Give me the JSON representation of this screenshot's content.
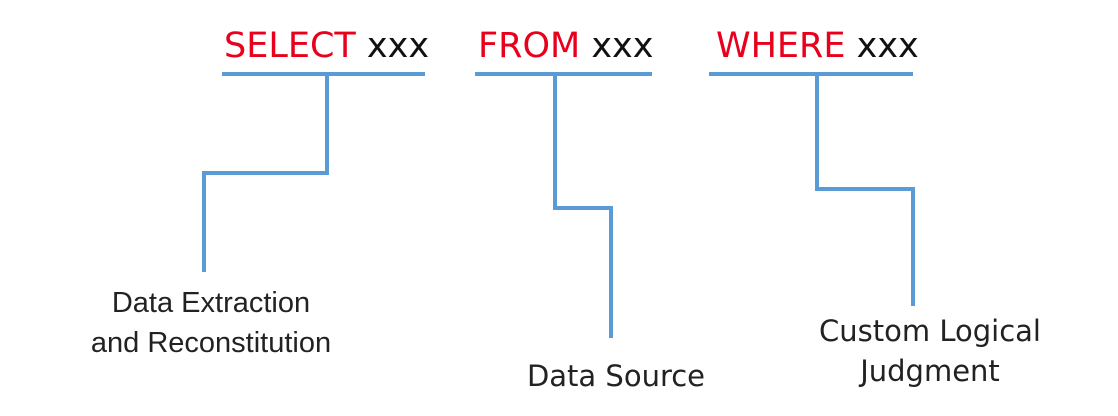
{
  "clauses": [
    {
      "keyword": "SELECT",
      "placeholder": "xxx"
    },
    {
      "keyword": "FROM",
      "placeholder": "xxx"
    },
    {
      "keyword": "WHERE",
      "placeholder": "xxx"
    }
  ],
  "labels": {
    "select": {
      "line1": "Data Extraction",
      "line2": "and Reconstitution"
    },
    "from": {
      "line1": "Data Source"
    },
    "where": {
      "line1": "Custom Logical",
      "line2": "Judgment"
    }
  },
  "colors": {
    "keyword": "#e8001c",
    "placeholder": "#111111",
    "connector": "#5b9bd5",
    "label_text": "#222222"
  }
}
